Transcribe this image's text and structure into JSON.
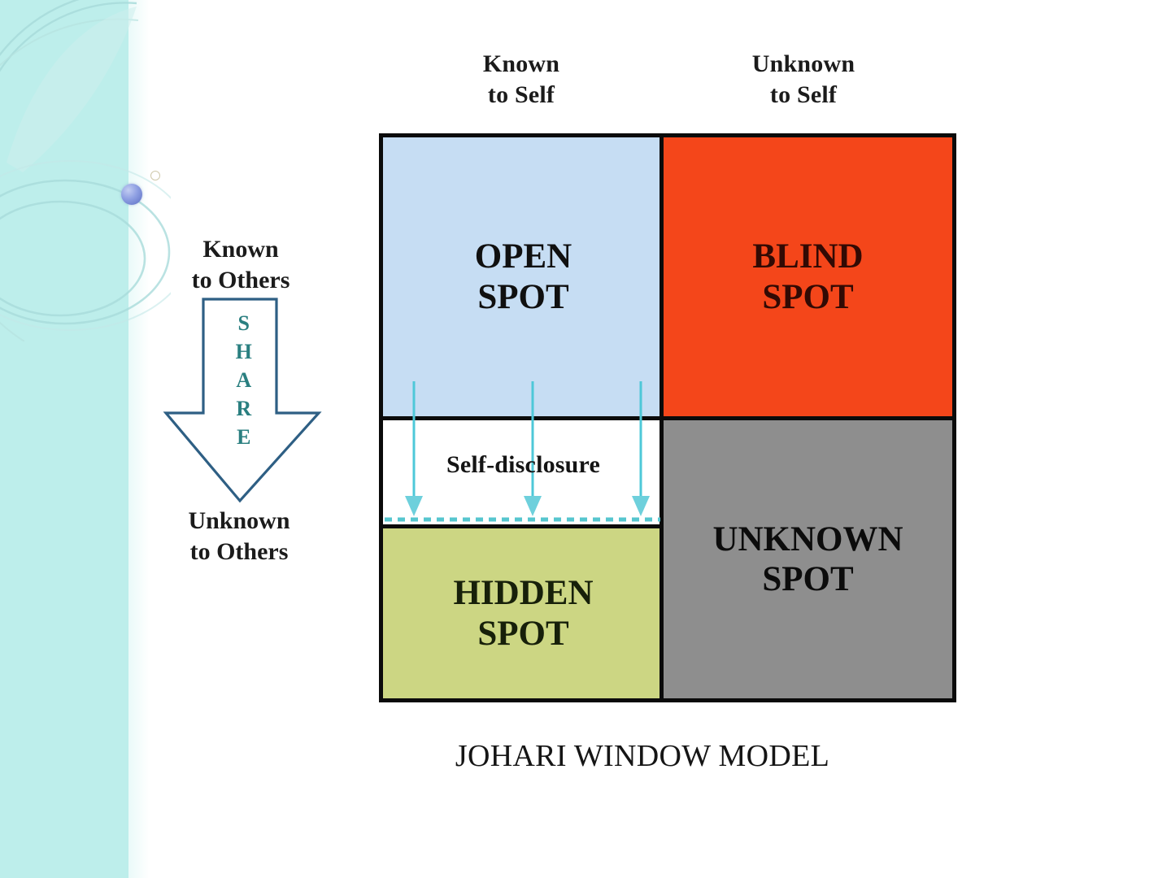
{
  "diagram": {
    "caption": "JOHARI WINDOW MODEL",
    "column_headers": [
      {
        "line1": "Known",
        "line2": "to Self"
      },
      {
        "line1": "Unknown",
        "line2": "to Self"
      }
    ],
    "row_labels": [
      {
        "line1": "Known",
        "line2": "to Others"
      },
      {
        "line1": "Unknown",
        "line2": "to Others"
      }
    ],
    "share_arrow": {
      "letters": [
        "S",
        "H",
        "A",
        "R",
        "E"
      ],
      "stroke_color": "#2e5f84",
      "letter_color": "#2a7f80"
    },
    "self_disclosure_label": "Self-disclosure",
    "quadrants": [
      {
        "id": "open",
        "line1": "OPEN",
        "line2": "SPOT",
        "fill": "#c6ddf3",
        "text_color": "#101010"
      },
      {
        "id": "blind",
        "line1": "BLIND",
        "line2": "SPOT",
        "fill": "#f4461a",
        "text_color": "#320a04"
      },
      {
        "id": "hidden",
        "line1": "HIDDEN",
        "line2": "SPOT",
        "fill": "#ccd683",
        "text_color": "#17200a"
      },
      {
        "id": "unknown",
        "line1": "UNKNOWN",
        "line2": "SPOT",
        "fill": "#8e8e8e",
        "text_color": "#0c0c0c"
      }
    ],
    "colors": {
      "border": "#0b0b0b",
      "disclosure_arrow": "#4ec8d8",
      "dashed_line": "#56c6cf",
      "sidebar_band": "#bdeeeb",
      "sphere": "#8e9fe2",
      "background": "#ffffff"
    }
  }
}
